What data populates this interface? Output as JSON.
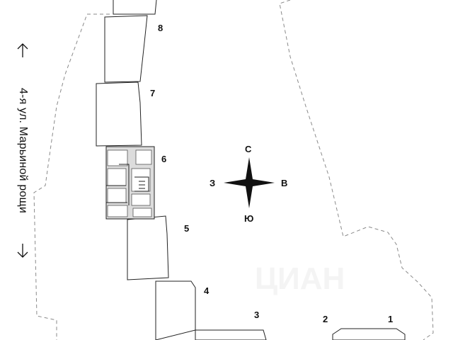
{
  "street": {
    "label": "4-я ул. Марьиной рощи"
  },
  "compass": {
    "north": "С",
    "south": "Ю",
    "west": "З",
    "east": "В"
  },
  "buildings": [
    {
      "number": "1"
    },
    {
      "number": "2"
    },
    {
      "number": "3"
    },
    {
      "number": "4"
    },
    {
      "number": "5"
    },
    {
      "number": "6"
    },
    {
      "number": "7"
    },
    {
      "number": "8"
    }
  ],
  "watermark": {
    "text": "ЦИАН"
  },
  "colors": {
    "line": "#222222",
    "dashed": "#8a8a8a",
    "floor_fill": "#dcdcdc"
  }
}
